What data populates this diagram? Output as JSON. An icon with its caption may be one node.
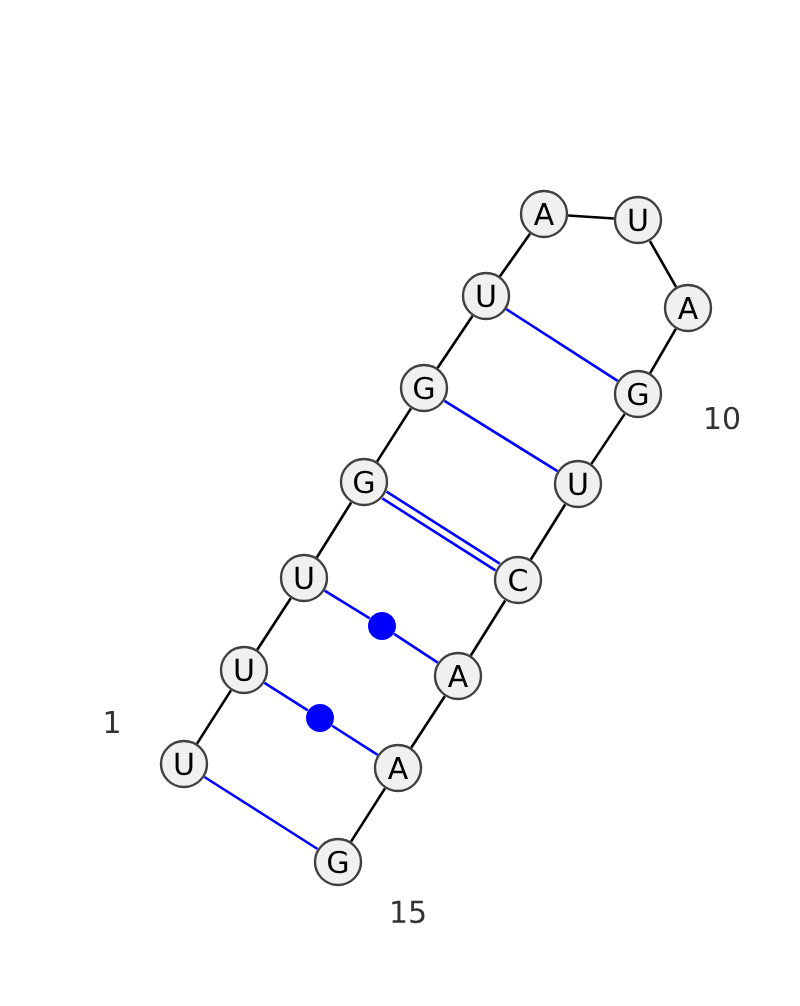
{
  "diagram": {
    "nodes": [
      {
        "text": [
          "U"
        ]
      },
      {
        "text": [
          "U"
        ]
      },
      {
        "text": [
          "U"
        ]
      },
      {
        "text": [
          "G"
        ]
      },
      {
        "text": [
          "G"
        ]
      },
      {
        "text": [
          "U"
        ]
      },
      {
        "text": [
          "A"
        ]
      },
      {
        "text": [
          "U"
        ]
      },
      {
        "text": [
          "A"
        ]
      },
      {
        "text": [
          "G"
        ]
      },
      {
        "text": [
          "U"
        ]
      },
      {
        "text": [
          "C"
        ]
      },
      {
        "text": [
          "A"
        ]
      },
      {
        "text": [
          "A"
        ]
      },
      {
        "text": [
          "G"
        ]
      },
      {
        "text": [],
        "shape": "circle"
      },
      {
        "text": [],
        "shape": "circle"
      }
    ],
    "edges": [
      {
        "from": 0,
        "to": 1,
        "arrow": "none"
      },
      {
        "from": 1,
        "to": 2,
        "arrow": "none"
      },
      {
        "from": 2,
        "to": 3,
        "arrow": "none"
      },
      {
        "from": 3,
        "to": 4,
        "arrow": "none"
      },
      {
        "from": 4,
        "to": 5,
        "arrow": "none"
      },
      {
        "from": 5,
        "to": 6,
        "arrow": "none"
      },
      {
        "from": 6,
        "to": 7,
        "arrow": "none"
      },
      {
        "from": 7,
        "to": 8,
        "arrow": "none"
      },
      {
        "from": 8,
        "to": 9,
        "arrow": "none"
      },
      {
        "from": 9,
        "to": 10,
        "arrow": "none"
      },
      {
        "from": 10,
        "to": 11,
        "arrow": "none"
      },
      {
        "from": 11,
        "to": 12,
        "arrow": "none"
      },
      {
        "from": 12,
        "to": 13,
        "arrow": "none"
      },
      {
        "from": 13,
        "to": 14,
        "arrow": "none"
      },
      {
        "from": 0,
        "to": 14,
        "arrow": "none",
        "color": "#0000ff"
      },
      {
        "from": 1,
        "to": 16,
        "arrow": "none",
        "color": "#0000ff"
      },
      {
        "from": 16,
        "to": 13,
        "arrow": "none",
        "color": "#0000ff"
      },
      {
        "from": 2,
        "to": 15,
        "arrow": "none",
        "color": "#0000ff"
      },
      {
        "from": 15,
        "to": 12,
        "arrow": "none",
        "color": "#0000ff"
      },
      {
        "from": 3,
        "to": 11,
        "arrow": "none",
        "color": "#0000ff"
      },
      {
        "from": 3,
        "to": 11,
        "arrow": "none",
        "color": "#0000ff"
      },
      {
        "from": 4,
        "to": 10,
        "arrow": "none",
        "color": "#0000ff"
      },
      {
        "from": 5,
        "to": 9,
        "arrow": "none",
        "color": "#0000ff"
      }
    ],
    "labels": [
      "1",
      "10",
      "15"
    ]
  }
}
